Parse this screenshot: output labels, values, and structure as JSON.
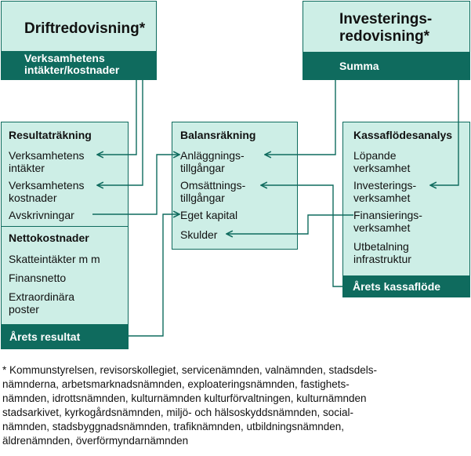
{
  "drift": {
    "title": "Driftredovisning*",
    "bar": "Verksamhetens\nintäkter/kostnader"
  },
  "invest": {
    "title": "Investerings-\nredovisning*",
    "bar": "Summa"
  },
  "resultat": {
    "head": "Resultaträkning",
    "items": [
      "Verksamhetens\nintäkter",
      "Verksamhetens\nkostnader",
      "Avskrivningar"
    ],
    "netto_head": "Nettokostnader",
    "netto_items": [
      "Skatteintäkter m m",
      "Finansnetto",
      "Extraordinära\nposter"
    ],
    "bar": "Årets resultat"
  },
  "balans": {
    "head": "Balansräkning",
    "items": [
      "Anläggnings-\ntillgångar",
      "Omsättnings-\ntillgångar",
      "Eget kapital",
      "Skulder"
    ]
  },
  "kassa": {
    "head": "Kassaflödesanalys",
    "items": [
      "Löpande\nverksamhet",
      "Investerings-\nverksamhet",
      "Finansierings-\nverksamhet",
      "Utbetalning\ninfrastruktur"
    ],
    "bar": "Årets kassaflöde"
  },
  "footnote": "* Kommunstyrelsen, revisorskollegiet, servicenämnden, valnämnden, stadsdels-\nnämnderna, arbetsmarknadsnämnden, exploateringsnämnden, fastighets-\nnämnden, idrottsnämnden, kulturnämnden kulturförvaltningen, kulturnämnden\nstadsarkivet, kyrkogårdsnämnden, miljö- och hälsoskyddsnämnden, social-\nnämnden, stadsbyggnadsnämnden, trafiknämnden, utbildningsnämnden,\näldrenämnden, överförmyndarnämnden",
  "colors": {
    "box_fill": "#cdeee6",
    "accent": "#0f6b5e"
  }
}
